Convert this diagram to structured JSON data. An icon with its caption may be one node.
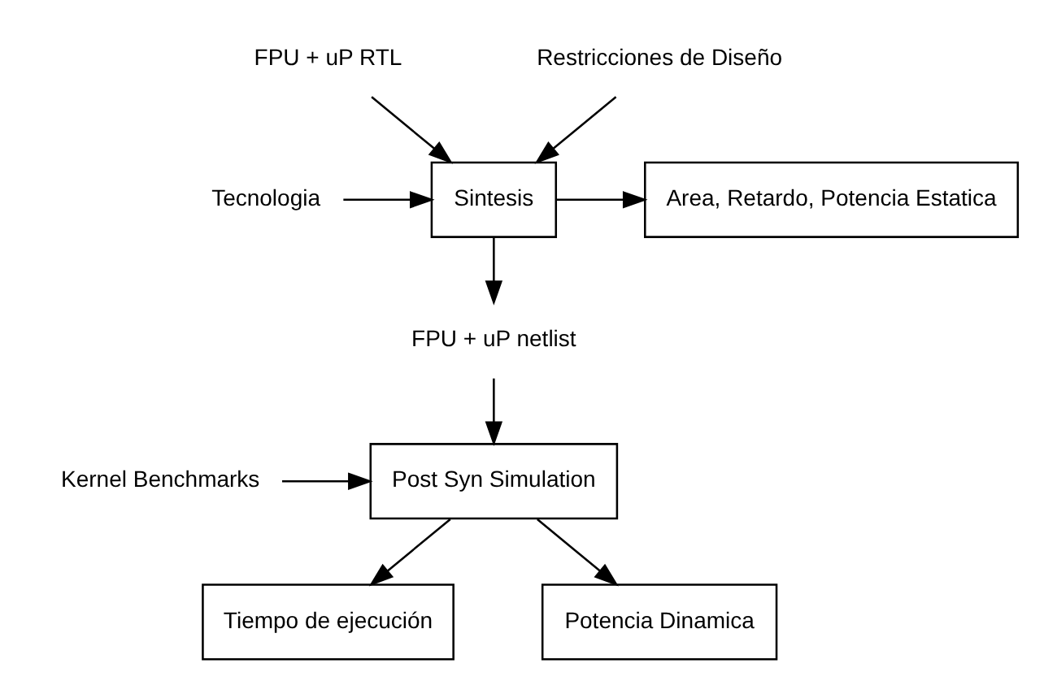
{
  "diagram": {
    "nodes": [
      {
        "text": [
          "FPU + uP RTL"
        ]
      },
      {
        "text": [
          "Restricciones de Diseño"
        ]
      },
      {
        "text": [
          "Tecnologia"
        ]
      },
      {
        "text": [
          "Sintesis"
        ]
      },
      {
        "text": [
          "Area, Retardo, Potencia Estatica"
        ]
      },
      {
        "text": [
          "FPU + uP netlist"
        ]
      },
      {
        "text": [
          "Kernel Benchmarks"
        ]
      },
      {
        "text": [
          "Post Syn Simulation"
        ]
      },
      {
        "text": [
          "Tiempo de ejecución"
        ]
      },
      {
        "text": [
          "Potencia Dinamica"
        ]
      }
    ],
    "edges": [
      {
        "from": 0,
        "to": 3,
        "arrow": "to"
      },
      {
        "from": 1,
        "to": 3,
        "arrow": "to"
      },
      {
        "from": 2,
        "to": 3,
        "arrow": "to"
      },
      {
        "from": 3,
        "to": 4,
        "arrow": "to"
      },
      {
        "from": 3,
        "to": 5,
        "arrow": "to"
      },
      {
        "from": 5,
        "to": 7,
        "arrow": "to"
      },
      {
        "from": 6,
        "to": 7,
        "arrow": "to"
      },
      {
        "from": 7,
        "to": 8,
        "arrow": "to"
      },
      {
        "from": 7,
        "to": 9,
        "arrow": "to"
      }
    ]
  }
}
